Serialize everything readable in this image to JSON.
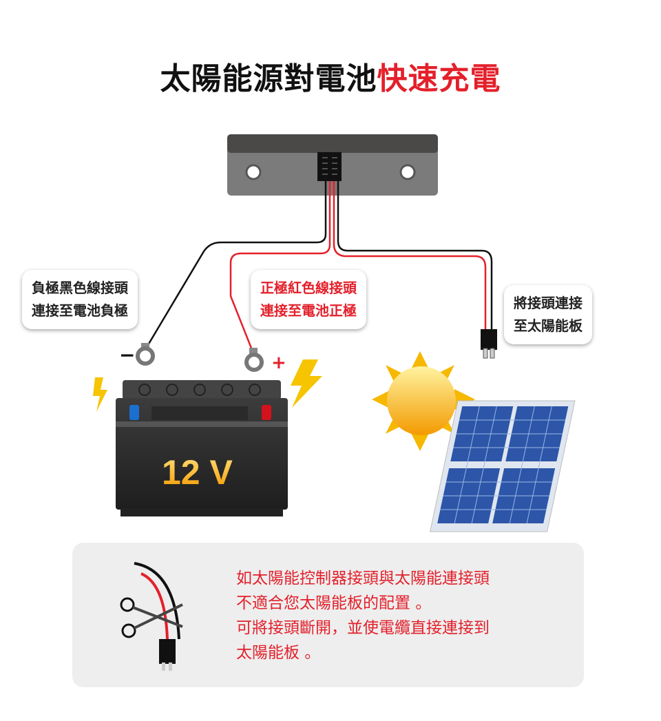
{
  "title": {
    "main": "太陽能源對電池",
    "highlight": "快速充電"
  },
  "callouts": {
    "negative": [
      "負極黑色線接頭",
      "連接至電池負極"
    ],
    "positive": [
      "正極紅色線接頭",
      "連接至電池正極"
    ],
    "panel": [
      "將接頭連接",
      "至太陽能板"
    ]
  },
  "battery": {
    "voltage_label": "12 V",
    "minus_sign": "−",
    "plus_sign": "+"
  },
  "note": {
    "lines": [
      "如太陽能控制器接頭與太陽能連接頭",
      "不適合您太陽能板的配置 。",
      "可將接頭斷開，並使電纜直接連接到",
      "太陽能板 。"
    ]
  },
  "colors": {
    "accent": "#e3202b",
    "wire_black": "#111111",
    "wire_red": "#e3202b"
  }
}
